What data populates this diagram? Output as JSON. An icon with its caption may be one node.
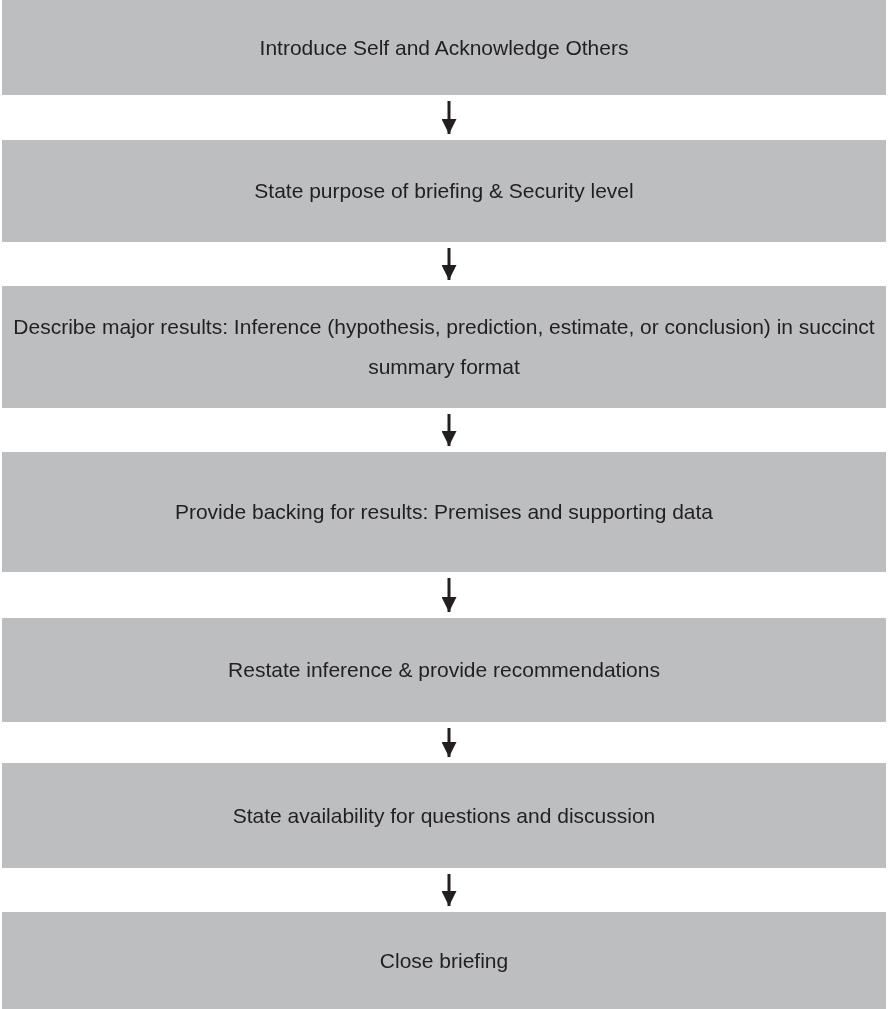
{
  "diagram": {
    "nodes": [
      {
        "text": [
          "Introduce Self and Acknowledge Others"
        ]
      },
      {
        "text": [
          "State purpose of briefing & Security level"
        ]
      },
      {
        "text": [
          "Describe major results: Inference (hypothesis, prediction, estimate, or conclusion) in succinct summary format"
        ]
      },
      {
        "text": [
          "Provide backing for results: Premises and supporting data"
        ]
      },
      {
        "text": [
          "Restate inference & provide recommendations"
        ]
      },
      {
        "text": [
          "State availability for questions and discussion"
        ]
      },
      {
        "text": [
          "Close briefing"
        ]
      }
    ],
    "edges": [
      {
        "from": 0,
        "to": 1,
        "arrow": "to"
      },
      {
        "from": 1,
        "to": 2,
        "arrow": "to"
      },
      {
        "from": 2,
        "to": 3,
        "arrow": "to"
      },
      {
        "from": 3,
        "to": 4,
        "arrow": "to"
      },
      {
        "from": 4,
        "to": 5,
        "arrow": "to"
      },
      {
        "from": 5,
        "to": 6,
        "arrow": "to"
      }
    ]
  }
}
